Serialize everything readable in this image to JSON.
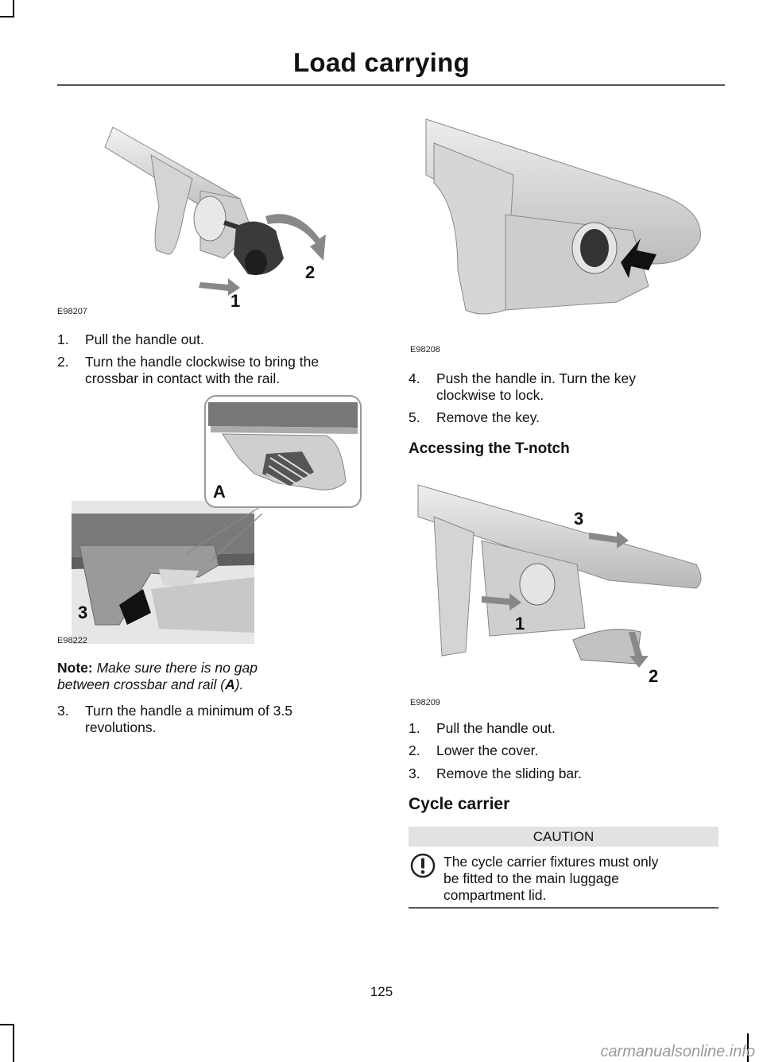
{
  "header": {
    "title": "Load carrying"
  },
  "figures": {
    "f1": {
      "id": "E98207",
      "callouts": [
        "2",
        "1"
      ]
    },
    "f2": {
      "id": "E98208"
    },
    "f3": {
      "id": "E98222",
      "callouts": [
        "A",
        "3"
      ]
    },
    "f4": {
      "id": "E98209",
      "callouts": [
        "3",
        "1",
        "2"
      ]
    }
  },
  "left_steps_a": [
    {
      "num": "1.",
      "text": "Pull the handle out."
    },
    {
      "num": "2.",
      "text": "Turn the handle clockwise to bring the",
      "text2": "crossbar in contact with the rail."
    }
  ],
  "note": {
    "label": "Note:",
    "text1": "Make sure there is no gap",
    "text2a": "between crossbar and rail (",
    "ref": "A",
    "text2b": ")."
  },
  "left_steps_b": [
    {
      "num": "3.",
      "text": "Turn the handle a minimum of 3.5",
      "text2": "revolutions."
    }
  ],
  "right_steps_a": [
    {
      "num": "4.",
      "text": "Push the handle in. Turn the key",
      "text2": "clockwise to lock."
    },
    {
      "num": "5.",
      "text": "Remove the key."
    }
  ],
  "heading_tnotch": "Accessing the T-notch",
  "right_steps_b": [
    {
      "num": "1.",
      "text": "Pull the handle out."
    },
    {
      "num": "2.",
      "text": "Lower the cover."
    },
    {
      "num": "3.",
      "text": "Remove the sliding bar."
    }
  ],
  "heading_cycle": "Cycle carrier",
  "caution": {
    "label": "CAUTION",
    "text": [
      "The cycle carrier fixtures must only",
      "be fitted to the main luggage",
      "compartment lid."
    ]
  },
  "page_number": "125",
  "watermark": "carmanualsonline.info",
  "icons": {
    "caution": "exclamation-circle-icon"
  }
}
